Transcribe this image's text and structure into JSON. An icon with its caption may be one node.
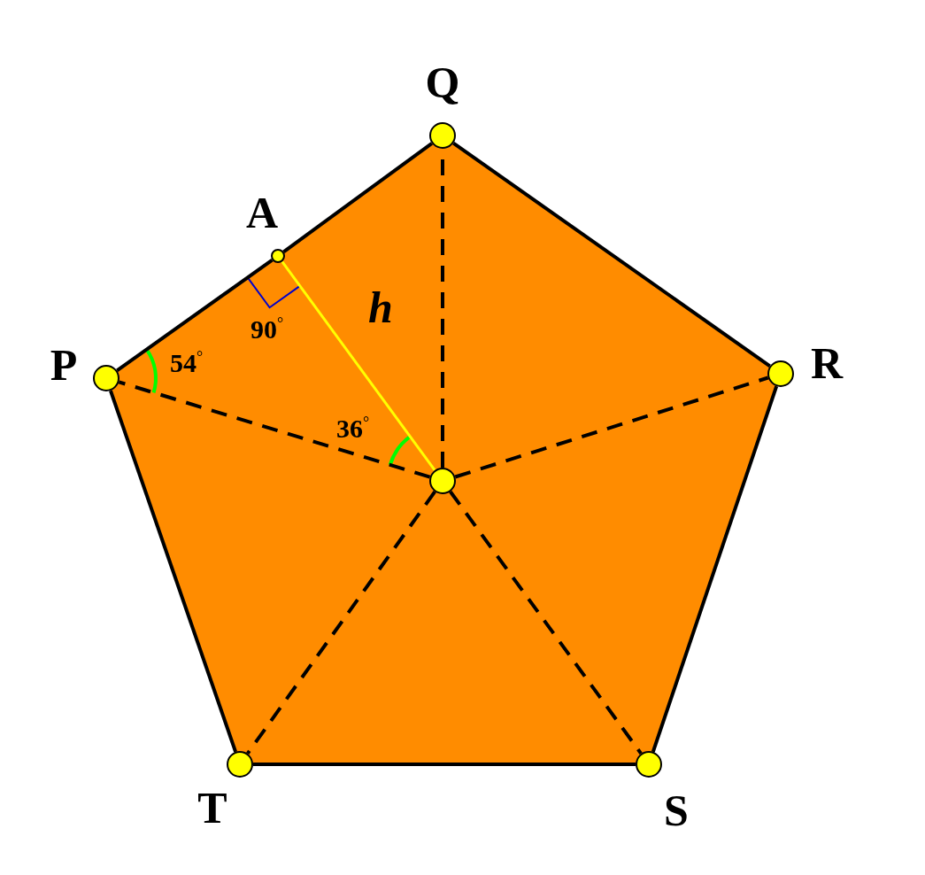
{
  "diagram": {
    "nodes": [
      {
        "text": [
          "Q"
        ]
      },
      {
        "text": [
          "A"
        ]
      },
      {
        "text": [
          "P"
        ]
      },
      {
        "text": [
          "R"
        ]
      },
      {
        "text": [],
        "shape": "circle"
      },
      {
        "text": [
          "T"
        ]
      },
      {
        "text": [
          "S"
        ]
      }
    ],
    "edges": [
      {
        "from": 0,
        "to": 3,
        "arrow": "none"
      },
      {
        "from": 3,
        "to": 6,
        "arrow": "none"
      },
      {
        "from": 6,
        "to": 5,
        "arrow": "none"
      },
      {
        "from": 5,
        "to": 2,
        "arrow": "none"
      },
      {
        "from": 2,
        "to": 1,
        "arrow": "none"
      },
      {
        "from": 1,
        "to": 0,
        "arrow": "none"
      },
      {
        "from": 4,
        "to": 0,
        "arrow": "none",
        "style": "dashed"
      },
      {
        "from": 4,
        "to": 3,
        "arrow": "none",
        "style": "dashed"
      },
      {
        "from": 4,
        "to": 6,
        "arrow": "none",
        "style": "dashed"
      },
      {
        "from": 4,
        "to": 5,
        "arrow": "none",
        "style": "dashed"
      },
      {
        "from": 4,
        "to": 2,
        "arrow": "none",
        "style": "dashed"
      },
      {
        "from": 1,
        "to": 4,
        "arrow": "none",
        "color": "#ffff00"
      }
    ],
    "labels": [
      "h",
      "90$^{°}$",
      "54$^{°}$",
      "36$^{°}$"
    ]
  }
}
